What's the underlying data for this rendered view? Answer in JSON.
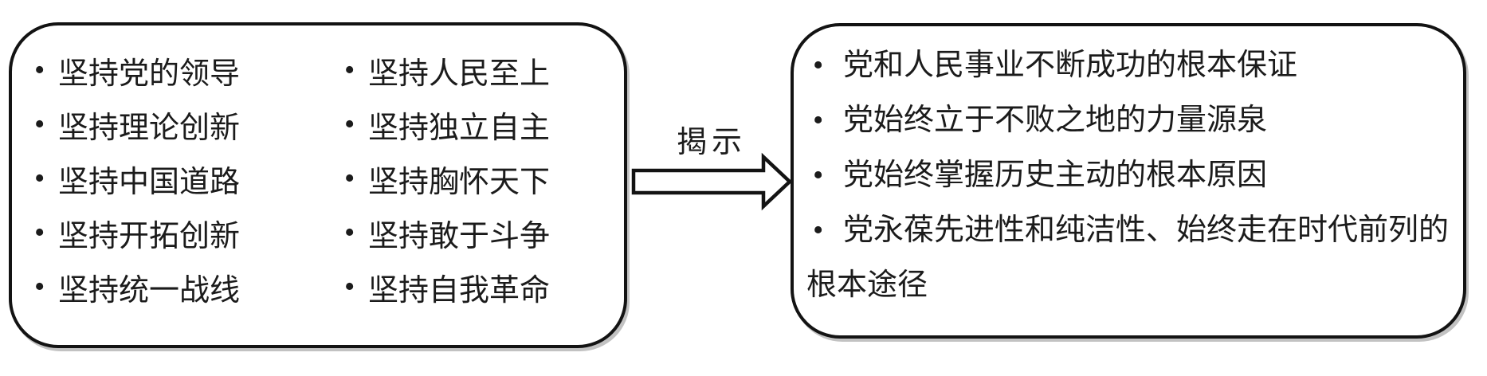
{
  "diagram": {
    "bullet": "•",
    "left_box": {
      "columns": [
        {
          "items": [
            "坚持党的领导",
            "坚持理论创新",
            "坚持中国道路",
            "坚持开拓创新",
            "坚持统一战线"
          ]
        },
        {
          "items": [
            "坚持人民至上",
            "坚持独立自主",
            "坚持胸怀天下",
            "坚持敢于斗争",
            "坚持自我革命"
          ]
        }
      ]
    },
    "arrow": {
      "label": "揭示"
    },
    "right_box": {
      "items": [
        "党和人民事业不断成功的根本保证",
        "党始终立于不败之地的力量源泉",
        "党始终掌握历史主动的根本原因"
      ],
      "item_wrapped": {
        "first_line": "党永葆先进性和纯洁性、始终走在时代前列的",
        "second_line": "根本途径"
      }
    },
    "colors": {
      "ink": "#1b1b1b",
      "border": "#131313",
      "background": "#ffffff"
    }
  }
}
